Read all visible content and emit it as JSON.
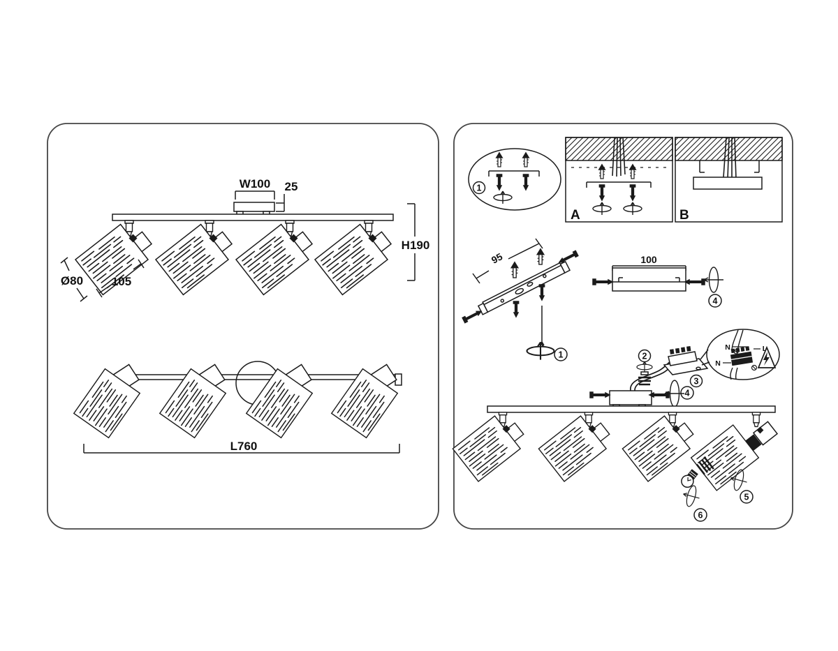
{
  "sheet": {
    "background": "#ffffff",
    "ink": "#1b1b1b"
  },
  "left_panel": {
    "front_view": {
      "canopy_width": "W100",
      "canopy_depth": "25",
      "height": "H190",
      "shade_diameter": "Ø80",
      "shade_length": "105"
    },
    "top_view": {
      "length": "L760"
    }
  },
  "right_panel": {
    "step_1": "1",
    "step_2": "2",
    "step_3": "3",
    "step_4": "4",
    "step_5": "5",
    "step_6": "6",
    "option_a": "A",
    "option_b": "B",
    "bracket_length": "95",
    "canopy_length": "100",
    "wiring": {
      "neutral_top": "N",
      "live": "L",
      "neutral_left": "N"
    }
  }
}
